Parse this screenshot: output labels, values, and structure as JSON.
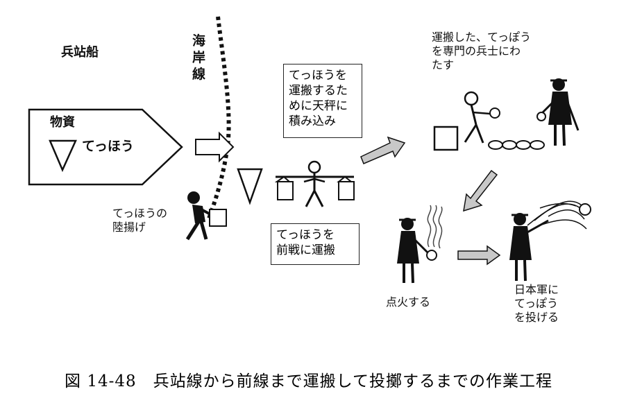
{
  "labels": {
    "supply_ship": "兵站船",
    "coastline": "海\n岸\n線",
    "goods": "物資",
    "teppou": "てっほう",
    "landing": "てっほうの\n陸揚げ",
    "carry_box": "てっほうを\n運搬するた\nめに天秤に\n積み込み",
    "front_box": "てっほうを\n前戦に運搬",
    "handover": "運搬した、てっぽう\nを専門の兵士にわ\nたす",
    "ignite": "点火する",
    "throw": "日本軍に\nてっぽう\nを投げる"
  },
  "caption": "図 14-48　兵站線から前線まで運搬して投擲するまでの作業工程",
  "colors": {
    "ink": "#111111",
    "arrow_fill": "#c8c8c8"
  }
}
